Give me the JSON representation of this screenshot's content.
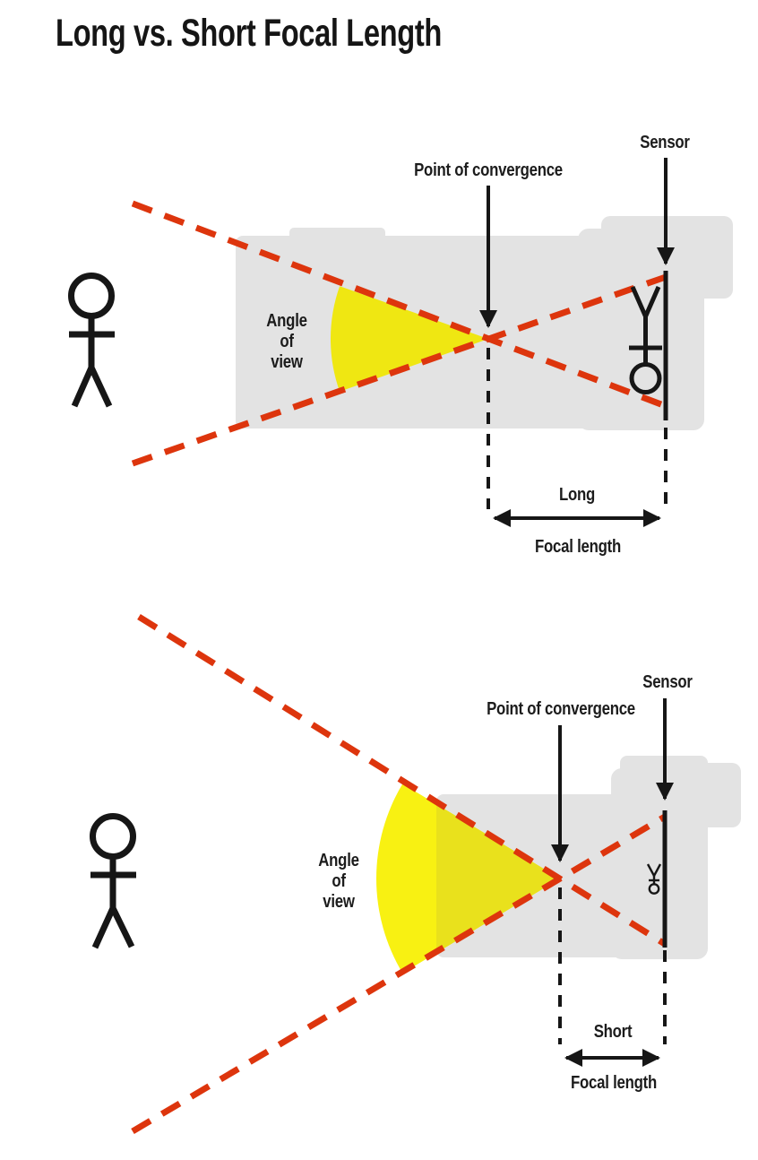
{
  "title": "Long vs. Short Focal Length",
  "colors": {
    "ink": "#161616",
    "red": "#DD350D",
    "camera_gray": "#E3E3E3",
    "yellow_top_wedge": "#EFE712",
    "yellow_bright": "#F8F112",
    "yellow_over_camera": "#E9E11C"
  },
  "long_diagram": {
    "sensor": "Sensor",
    "convergence": "Point of convergence",
    "angle_of_view": "Angle of view",
    "length": "Long",
    "focal": "Focal length"
  },
  "short_diagram": {
    "sensor": "Sensor",
    "convergence": "Point of convergence",
    "angle_of_view": "Angle of view",
    "length": "Short",
    "focal": "Focal length"
  }
}
